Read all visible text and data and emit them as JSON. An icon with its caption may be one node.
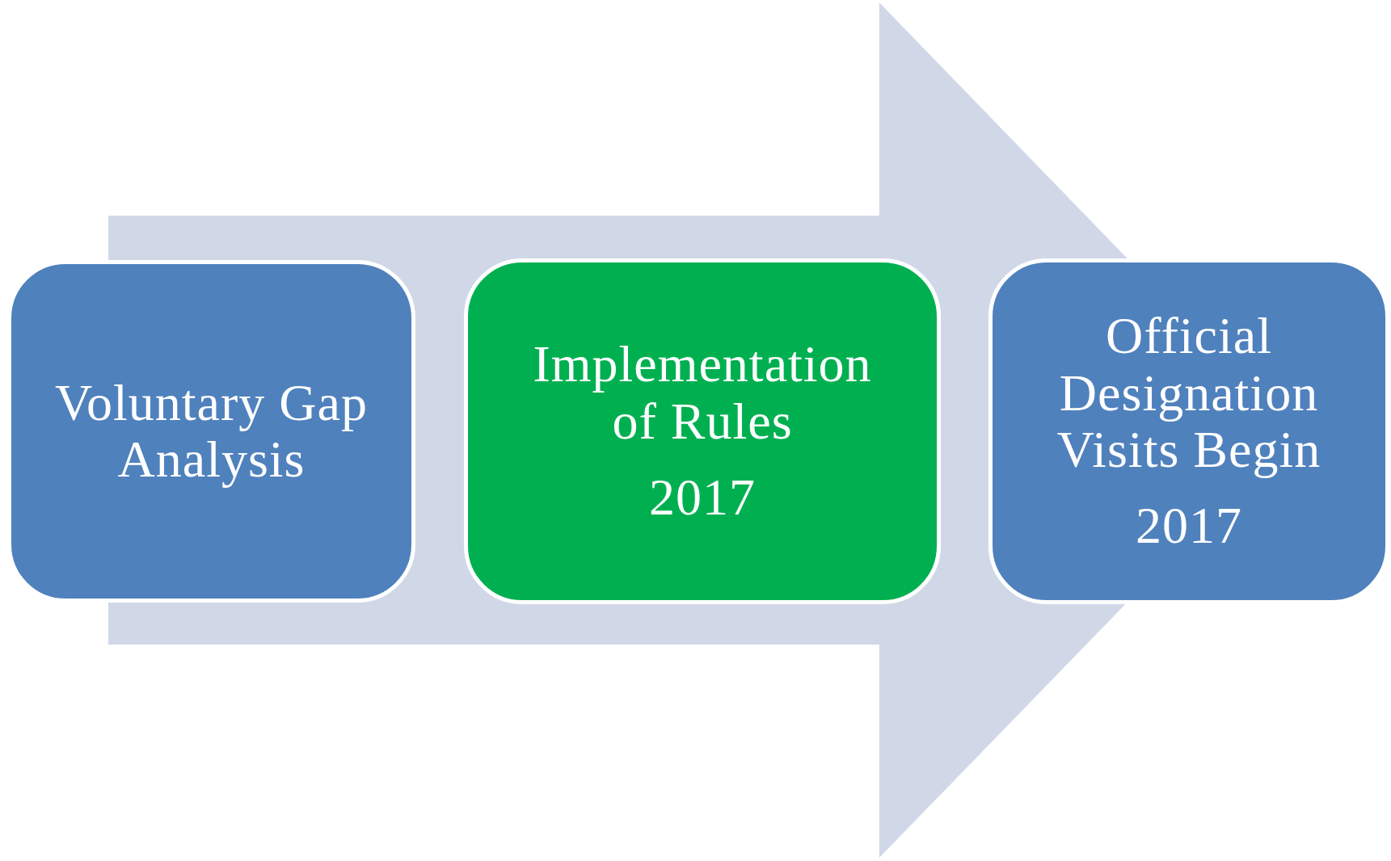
{
  "diagram": {
    "nodes": [
      {
        "text": [
          "Voluntary Gap Analysis"
        ]
      },
      {
        "text": [
          "Implementation of Rules",
          "2017"
        ]
      },
      {
        "text": [
          "Official Designation Visits Begin",
          "2017"
        ]
      }
    ],
    "edges": [
      {
        "from": 0,
        "to": 2,
        "arrow": "to"
      }
    ]
  }
}
